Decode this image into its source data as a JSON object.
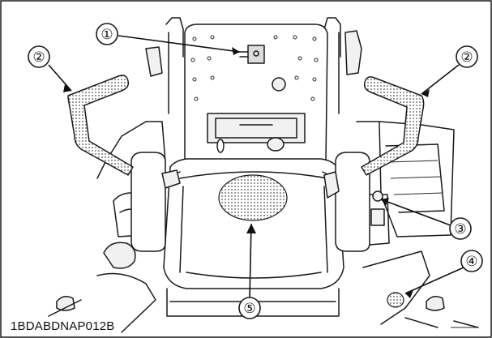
{
  "figure": {
    "code": "1BDABDNAP012B",
    "callouts": [
      {
        "id": "c1",
        "label": "①"
      },
      {
        "id": "c2a",
        "label": "②"
      },
      {
        "id": "c2b",
        "label": "②"
      },
      {
        "id": "c3",
        "label": "③"
      },
      {
        "id": "c4",
        "label": "④"
      },
      {
        "id": "c5",
        "label": "⑤"
      }
    ],
    "colors": {
      "outline": "#1a1a1a",
      "highlight_dots": "#555555",
      "background": "#ffffff"
    }
  }
}
